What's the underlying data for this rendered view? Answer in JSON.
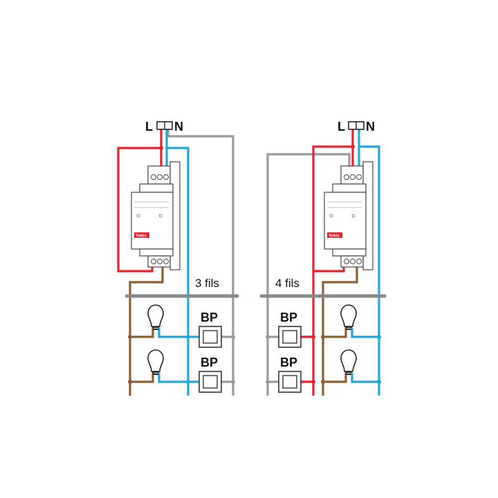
{
  "colors": {
    "phase": "#e8212e",
    "neutral": "#23a7db",
    "switched": "#8b5e34",
    "control": "#9a9a9a",
    "bus": "#8a8a8a",
    "outline": "#333333"
  },
  "left": {
    "terminal_l": "L",
    "terminal_n": "N",
    "wiring_label": "3 fils",
    "button_1": "BP",
    "button_2": "BP",
    "module_brand": "Yokis"
  },
  "right": {
    "terminal_l": "L",
    "terminal_n": "N",
    "wiring_label": "4 fils",
    "button_1": "BP",
    "button_2": "BP",
    "module_brand": "Yokis"
  },
  "icons": [
    "terminal-block-icon",
    "din-module-icon",
    "light-bulb-icon",
    "push-button-icon"
  ]
}
